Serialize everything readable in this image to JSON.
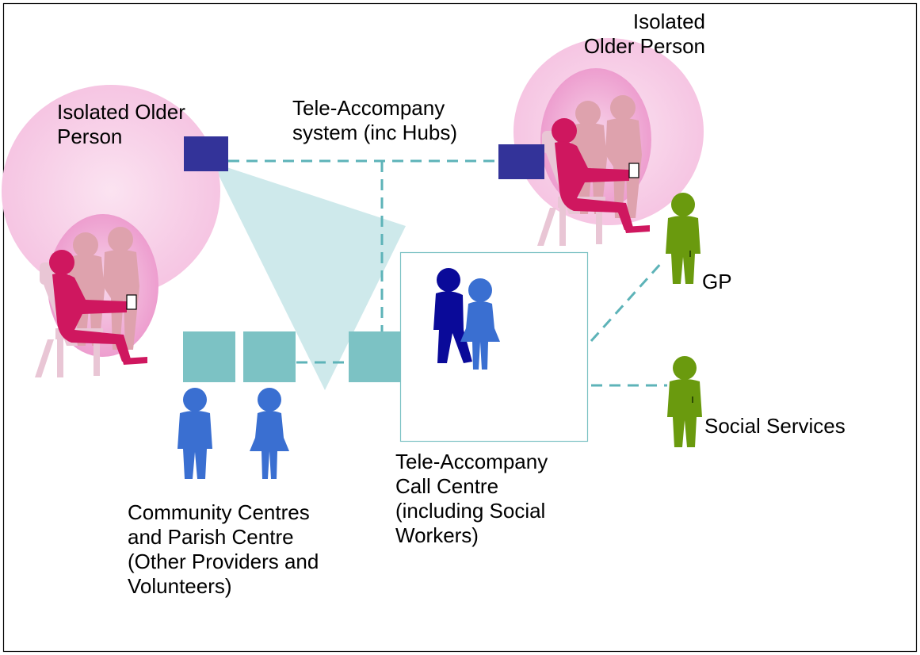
{
  "labels": {
    "isolated_left": [
      "Isolated Older",
      "Person"
    ],
    "isolated_right": [
      "Isolated",
      "Older Person"
    ],
    "system": [
      "Tele-Accompany",
      "system (inc Hubs)"
    ],
    "gp": "GP",
    "social_services": "Social Services",
    "call_centre": [
      "Tele-Accompany",
      "Call Centre",
      "(including Social",
      "Workers)"
    ],
    "community": [
      "Community Centres",
      "and Parish Centre",
      "(Other Providers and",
      "Volunteers)"
    ]
  },
  "colors": {
    "pink_halo": "#f6c9e4",
    "pink_inner": "#ee9fd0",
    "magenta_person": "#cf175f",
    "companion_person": "#dea2ad",
    "chair": "#e9c6d5",
    "navy_hub": "#333399",
    "teal_box": "#7cc2c4",
    "dashed_line": "#5db3b8",
    "beam": "#c6e5e7",
    "dark_blue_person": "#0a0a99",
    "blue_person": "#3a6fd1",
    "green_person": "#6a9a0e",
    "frame_border": "#000000"
  },
  "icons": [
    "person-icon",
    "chair-icon",
    "hub-icon",
    "tablet-icon"
  ]
}
